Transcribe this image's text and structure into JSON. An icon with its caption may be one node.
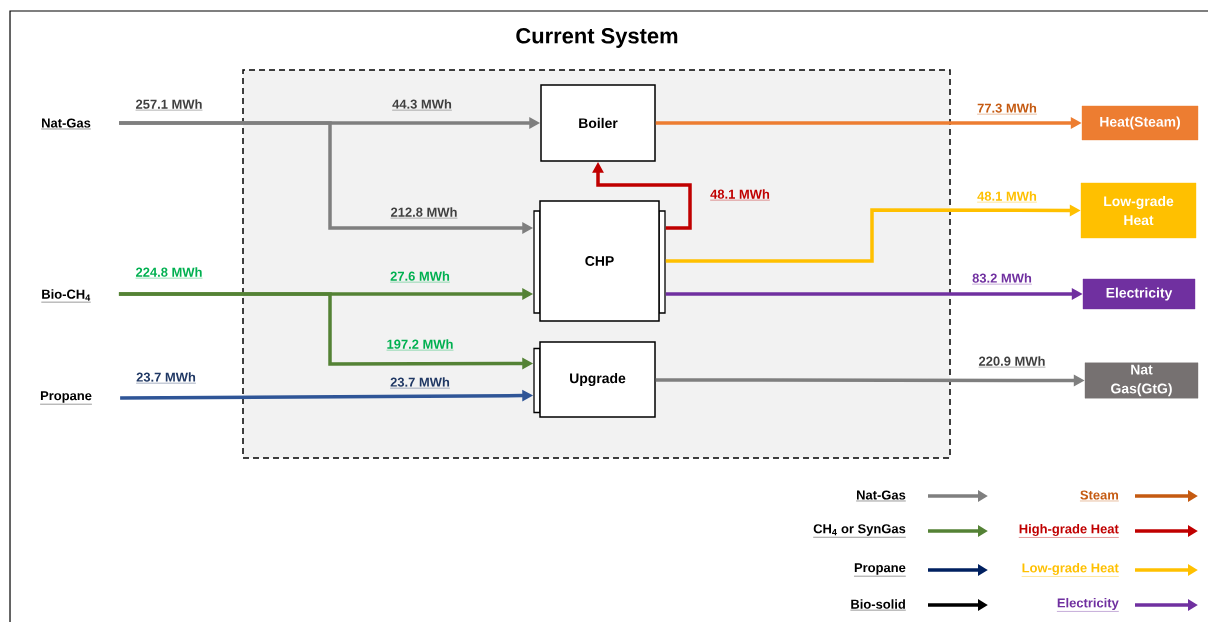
{
  "diagram": {
    "title": "Current System",
    "nodes": [
      {
        "text": [],
        "shape": "box"
      },
      {
        "text": [
          "Nat-Gas"
        ]
      },
      {
        "text": [
          "Bio-CH$_{4}$"
        ]
      },
      {
        "text": [
          "Propane"
        ]
      },
      {
        "text": [
          "Boiler"
        ],
        "in": 0
      },
      {
        "text": [
          "CHP"
        ],
        "in": 0
      },
      {
        "text": [
          "Upgrade"
        ],
        "in": 0
      },
      {
        "text": [
          "Heat(Steam)"
        ]
      },
      {
        "text": [
          "Low-grade Heat"
        ]
      },
      {
        "text": [
          "Electricity"
        ]
      },
      {
        "text": [
          "Nat Gas(GtG)"
        ]
      }
    ],
    "edges": [
      {
        "from": 1,
        "to": 4,
        "arrow": "to",
        "label": "44.3 MWh",
        "color": "#7f7f7f"
      },
      {
        "from": 1,
        "to": 5,
        "arrow": "to",
        "label": "212.8 MWh",
        "color": "#7f7f7f"
      },
      {
        "from": 2,
        "to": 5,
        "arrow": "to",
        "label": "27.6 MWh",
        "color": "#548235"
      },
      {
        "from": 2,
        "to": 6,
        "arrow": "to",
        "label": "197.2 MWh",
        "color": "#548235"
      },
      {
        "from": 3,
        "to": 6,
        "arrow": "to",
        "label": "23.7 MWh",
        "color": "#2f5597"
      },
      {
        "from": 5,
        "to": 4,
        "arrow": "to",
        "label": "48.1 MWh",
        "color": "#c00000"
      },
      {
        "from": 4,
        "to": 7,
        "arrow": "to",
        "label": "77.3 MWh",
        "color": "#ed7d31"
      },
      {
        "from": 5,
        "to": 8,
        "arrow": "to",
        "label": "48.1 MWh",
        "color": "#ffc000"
      },
      {
        "from": 5,
        "to": 9,
        "arrow": "to",
        "label": "83.2 MWh",
        "color": "#7030a0"
      },
      {
        "from": 6,
        "to": 10,
        "arrow": "to",
        "label": "220.9 MWh",
        "color": "#7f7f7f"
      }
    ],
    "labels": [
      "257.1 MWh",
      "224.8 MWh",
      "23.7 MWh"
    ],
    "legend": [
      {
        "text": "Nat-Gas",
        "color": "#7f7f7f"
      },
      {
        "text": "Steam",
        "color": "#c55a11"
      },
      {
        "text": "CH$_{4}$ or SynGas",
        "color": "#548235"
      },
      {
        "text": "High-grade Heat",
        "color": "#c00000"
      },
      {
        "text": "Propane",
        "color": "#002060"
      },
      {
        "text": "Low-grade Heat",
        "color": "#ffc000"
      },
      {
        "text": "Bio-solid",
        "color": "#000000"
      },
      {
        "text": "Electricity",
        "color": "#7030a0"
      }
    ]
  }
}
